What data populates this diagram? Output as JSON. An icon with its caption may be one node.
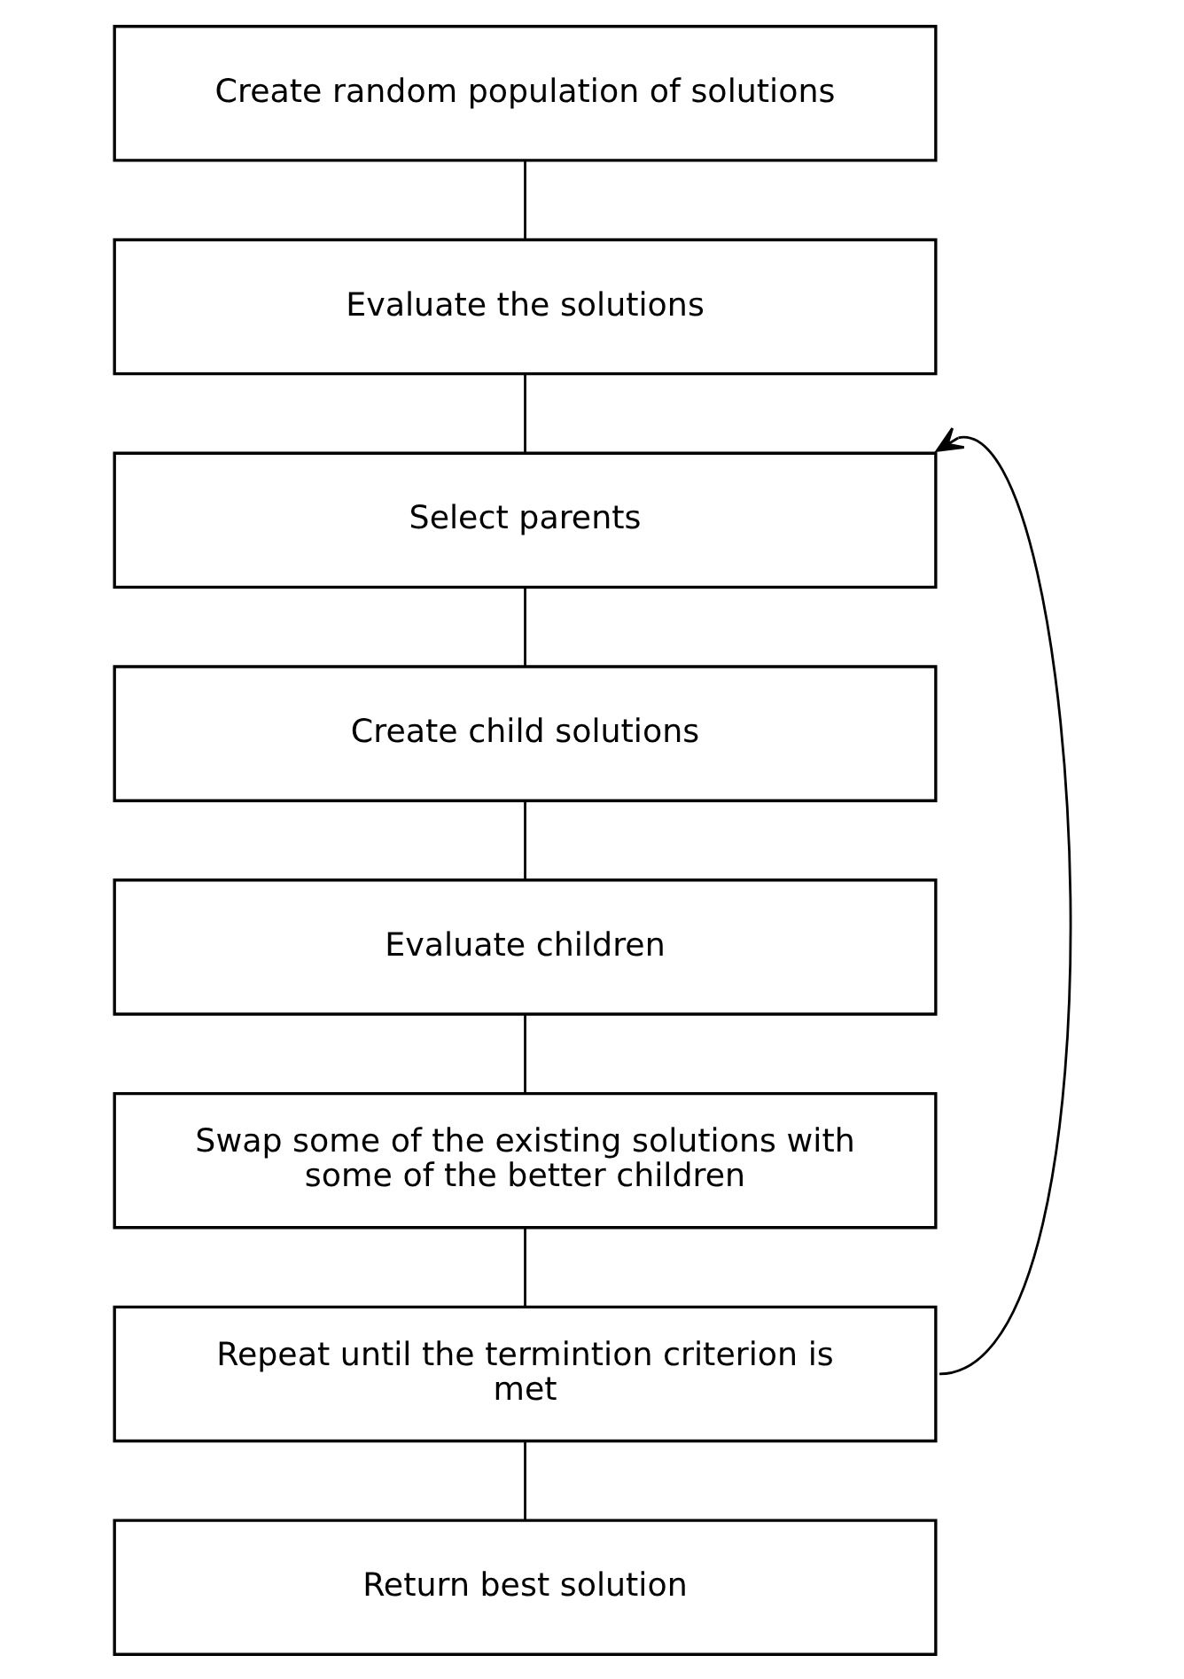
{
  "diagram": {
    "nodes": [
      {
        "text": [
          "Create random population of solutions"
        ]
      },
      {
        "text": [
          "Evaluate the solutions"
        ]
      },
      {
        "text": [
          "Select parents"
        ]
      },
      {
        "text": [
          "Create child solutions"
        ]
      },
      {
        "text": [
          "Evaluate children"
        ]
      },
      {
        "text": [
          "Swap some of the existing solutions with some of the better children"
        ]
      },
      {
        "text": [
          "Repeat until the termintion criterion is met"
        ]
      },
      {
        "text": [
          "Return best solution"
        ]
      }
    ],
    "edges": [
      {
        "from": 0,
        "to": 1,
        "arrow": "none"
      },
      {
        "from": 1,
        "to": 2,
        "arrow": "none"
      },
      {
        "from": 2,
        "to": 3,
        "arrow": "none"
      },
      {
        "from": 3,
        "to": 4,
        "arrow": "none"
      },
      {
        "from": 4,
        "to": 5,
        "arrow": "none"
      },
      {
        "from": 5,
        "to": 6,
        "arrow": "none"
      },
      {
        "from": 6,
        "to": 7,
        "arrow": "none"
      },
      {
        "from": 6,
        "to": 2,
        "arrow": "to"
      }
    ]
  }
}
